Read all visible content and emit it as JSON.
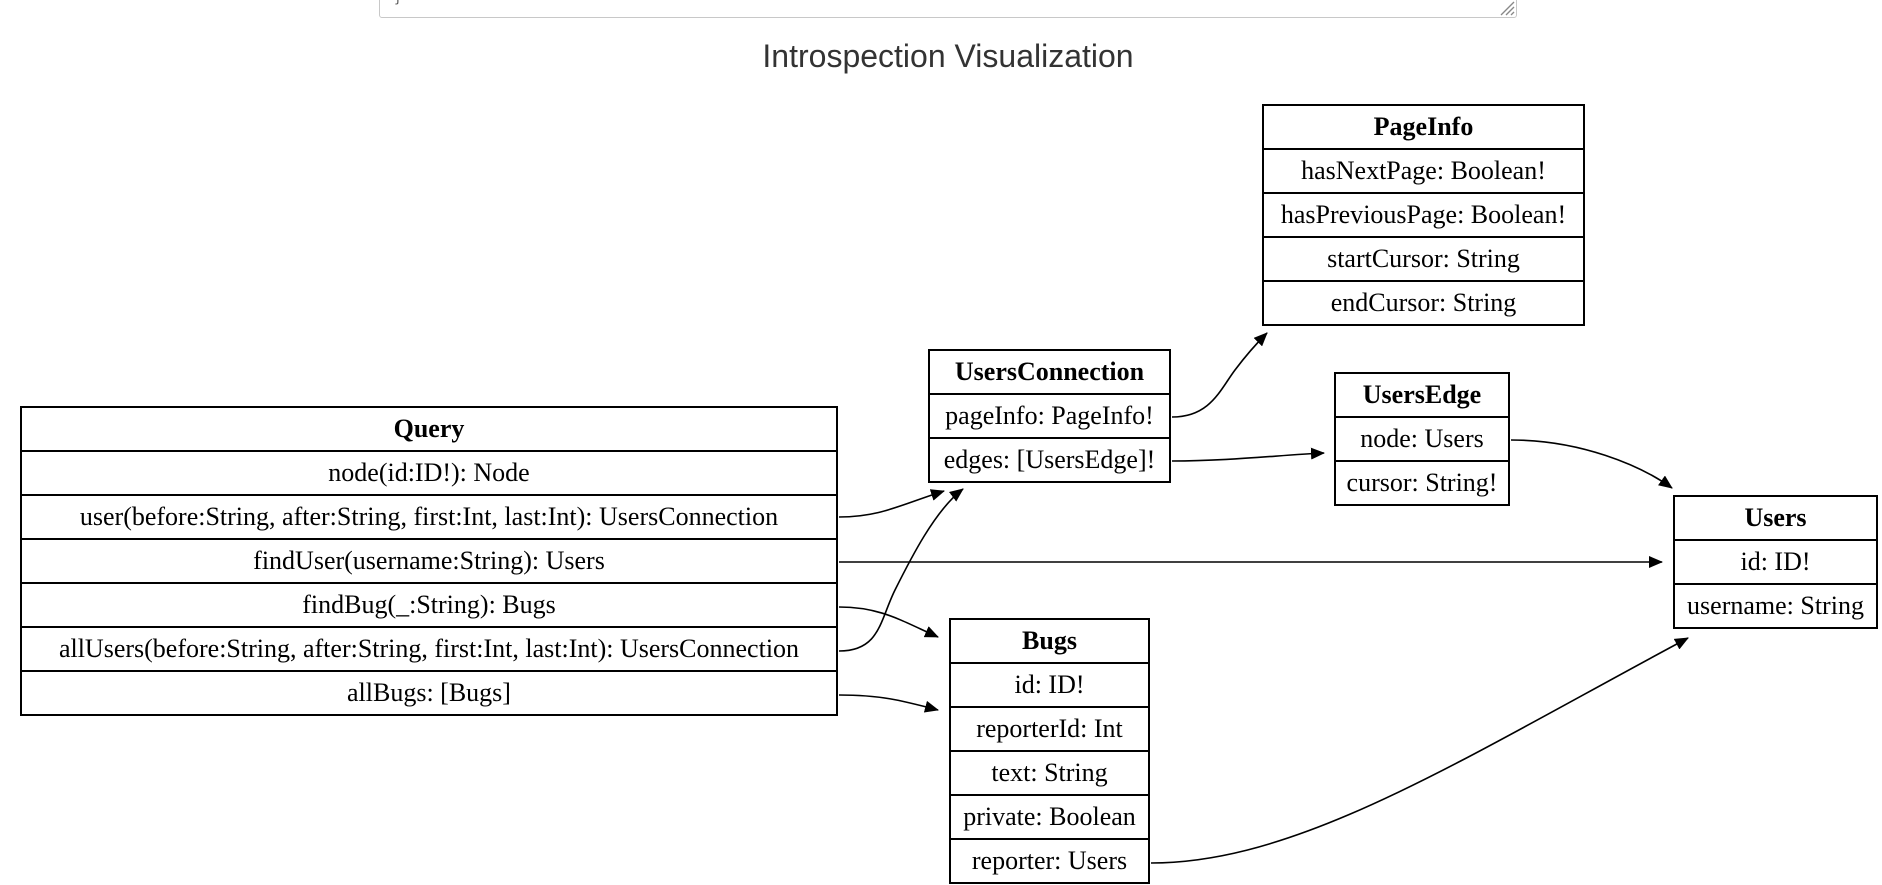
{
  "editor": {
    "partial_text": "}"
  },
  "title": "Introspection Visualization",
  "types": [
    {
      "id": "query",
      "name": "Query",
      "fields": [
        "node(id:ID!): Node",
        "user(before:String, after:String, first:Int, last:Int): UsersConnection",
        "findUser(username:String): Users",
        "findBug(_:String): Bugs",
        "allUsers(before:String, after:String, first:Int, last:Int): UsersConnection",
        "allBugs: [Bugs]"
      ]
    },
    {
      "id": "usersconnection",
      "name": "UsersConnection",
      "fields": [
        "pageInfo: PageInfo!",
        "edges: [UsersEdge]!"
      ]
    },
    {
      "id": "pageinfo",
      "name": "PageInfo",
      "fields": [
        "hasNextPage: Boolean!",
        "hasPreviousPage: Boolean!",
        "startCursor: String",
        "endCursor: String"
      ]
    },
    {
      "id": "usersedge",
      "name": "UsersEdge",
      "fields": [
        "node: Users",
        "cursor: String!"
      ]
    },
    {
      "id": "users",
      "name": "Users",
      "fields": [
        "id: ID!",
        "username: String"
      ]
    },
    {
      "id": "bugs",
      "name": "Bugs",
      "fields": [
        "id: ID!",
        "reporterId: Int",
        "text: String",
        "private: Boolean",
        "reporter: Users"
      ]
    }
  ],
  "relations": [
    {
      "from": "query.user",
      "to": "usersconnection"
    },
    {
      "from": "query.findUser",
      "to": "users"
    },
    {
      "from": "query.findBug",
      "to": "bugs"
    },
    {
      "from": "query.allUsers",
      "to": "usersconnection"
    },
    {
      "from": "query.allBugs",
      "to": "bugs"
    },
    {
      "from": "usersconnection.pageInfo",
      "to": "pageinfo"
    },
    {
      "from": "usersconnection.edges",
      "to": "usersedge"
    },
    {
      "from": "usersedge.node",
      "to": "users"
    },
    {
      "from": "bugs.reporter",
      "to": "users"
    }
  ],
  "colors": {
    "line": "#000000",
    "border": "#000000",
    "title": "#333333"
  }
}
